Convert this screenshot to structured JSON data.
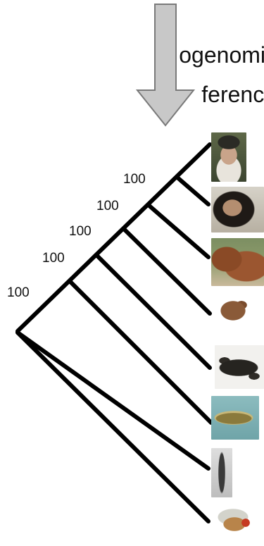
{
  "header": {
    "line1": "ogenomic",
    "line2": "ference"
  },
  "support_values": [
    "100",
    "100",
    "100",
    "100",
    "100"
  ],
  "taxa_icons": [
    "human-darwin-photo",
    "chimpanzee-photo",
    "highland-cow-photo",
    "mouse-photo",
    "frog-photo",
    "zebrafish-photo",
    "nematode-photo",
    "fruit-fly-photo"
  ],
  "colors": {
    "branch": "#000000",
    "arrow_fill": "#c8c8c8",
    "arrow_stroke": "#7a7a7a"
  }
}
